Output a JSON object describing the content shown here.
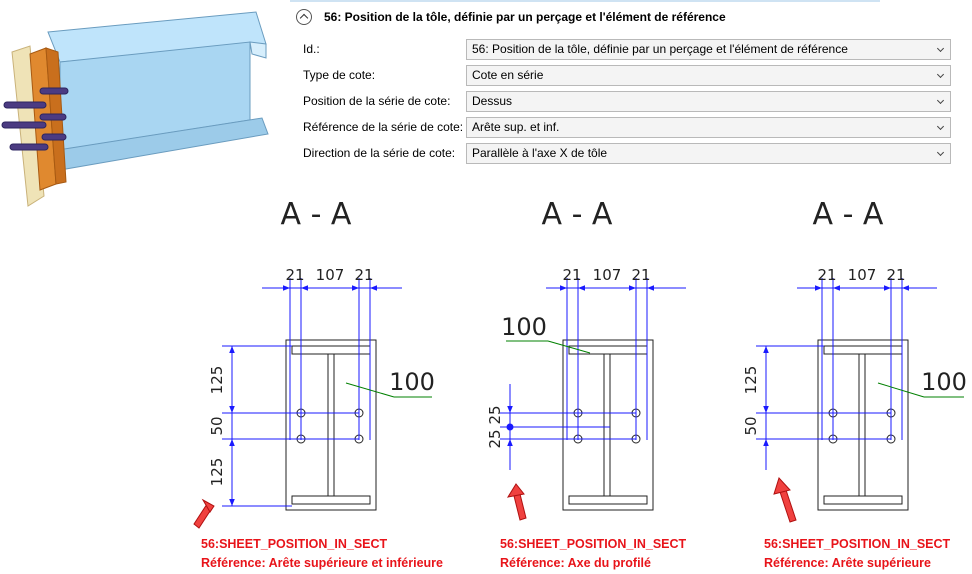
{
  "panel": {
    "title": "56: Position de la tôle, définie par un perçage et l'élément de référence",
    "rows": [
      {
        "label": "Id.:",
        "value": "56: Position de la tôle, définie par un perçage et l'élément de référence"
      },
      {
        "label": "Type de cote:",
        "value": "Cote en série"
      },
      {
        "label": "Position de la série de cote:",
        "value": "Dessus"
      },
      {
        "label": "Référence de la série de cote:",
        "value": "Arête sup. et inf."
      },
      {
        "label": "Direction de la série de cote:",
        "value": "Parallèle à l'axe X de tôle"
      }
    ]
  },
  "drawings": [
    {
      "section_label": "A - A",
      "top_dims": [
        "21",
        "107",
        "21"
      ],
      "side_dims": [
        "125",
        "50",
        "125"
      ],
      "callout": "100",
      "caption_line1": "56:SHEET_POSITION_IN_SECT",
      "caption_line2": "Référence: Arête supérieure et inférieure"
    },
    {
      "section_label": "A - A",
      "top_dims": [
        "21",
        "107",
        "21"
      ],
      "side_dims": [
        "25",
        "25"
      ],
      "callout": "100",
      "caption_line1": "56:SHEET_POSITION_IN_SECT",
      "caption_line2": "Référence: Axe du profilé"
    },
    {
      "section_label": "A - A",
      "top_dims": [
        "21",
        "107",
        "21"
      ],
      "side_dims": [
        "125",
        "50"
      ],
      "callout": "100",
      "caption_line1": "56:SHEET_POSITION_IN_SECT",
      "caption_line2": "Référence: Arête supérieure"
    }
  ],
  "colors": {
    "dimension": "#1a1aff",
    "outline": "#222222",
    "leader": "#008000",
    "caption": "#e8141a",
    "beam": "#a9d6f2",
    "plate": "#e0892f",
    "bolt": "#4b3b82"
  }
}
